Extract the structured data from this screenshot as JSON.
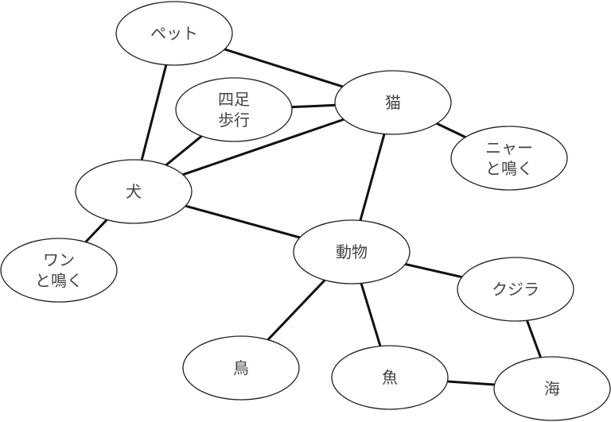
{
  "nodes": [
    {
      "id": "pet",
      "lines": [
        "ペット"
      ]
    },
    {
      "id": "cat",
      "lines": [
        "猫"
      ]
    },
    {
      "id": "quadruped",
      "lines": [
        "四足",
        "歩行"
      ]
    },
    {
      "id": "meow",
      "lines": [
        "ニャー",
        "と鳴く"
      ]
    },
    {
      "id": "dog",
      "lines": [
        "犬"
      ]
    },
    {
      "id": "woof",
      "lines": [
        "ワン",
        "と鳴く"
      ]
    },
    {
      "id": "animal",
      "lines": [
        "動物"
      ]
    },
    {
      "id": "whale",
      "lines": [
        "クジラ"
      ]
    },
    {
      "id": "bird",
      "lines": [
        "鳥"
      ]
    },
    {
      "id": "fish",
      "lines": [
        "魚"
      ]
    },
    {
      "id": "sea",
      "lines": [
        "海"
      ]
    }
  ],
  "edges": [
    [
      "pet",
      "cat"
    ],
    [
      "pet",
      "dog"
    ],
    [
      "quadruped",
      "cat"
    ],
    [
      "quadruped",
      "dog"
    ],
    [
      "cat",
      "dog"
    ],
    [
      "cat",
      "meow"
    ],
    [
      "cat",
      "animal"
    ],
    [
      "dog",
      "woof"
    ],
    [
      "dog",
      "animal"
    ],
    [
      "animal",
      "whale"
    ],
    [
      "animal",
      "bird"
    ],
    [
      "animal",
      "fish"
    ],
    [
      "whale",
      "sea"
    ],
    [
      "fish",
      "sea"
    ]
  ]
}
